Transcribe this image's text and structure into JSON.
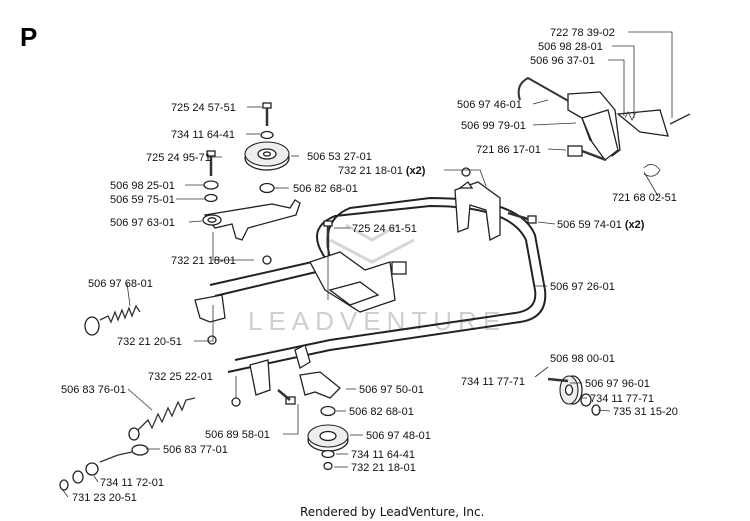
{
  "section_letter": "P",
  "watermark": "LEADVENTURE",
  "footer": "Rendered by LeadVenture, Inc.",
  "part_labels": [
    "722 78 39-02",
    "506 98 28-01",
    "506 96 37-01",
    "506 97 46-01",
    "506 99 79-01",
    "721 86 17-01",
    "721 68 02-51",
    "725 24 57-51",
    "734 11 64-41",
    "725 24 95-71",
    "506 53 27-01",
    "506 98 25-01",
    "506 82 68-01",
    "506 59 75-01",
    "732 21 18-01 (x2)",
    "506 97 63-01",
    "506 59 74-01 (x2)",
    "725 24 61-51",
    "732 21 18-01",
    "506 97 68-01",
    "506 97 26-01",
    "732 21 20-51",
    "506 98 00-01",
    "732 25 22-01",
    "734 11 77-71",
    "506 97 96-01",
    "506 97 50-01",
    "734 11 77-71",
    "506 83 76-01",
    "735 31 15-20",
    "506 82 68-01",
    "506 89 58-01",
    "506 97 48-01",
    "506 83 77-01",
    "734 11 64-41",
    "734 11 72-01",
    "732 21 18-01",
    "731 23 20-51"
  ]
}
